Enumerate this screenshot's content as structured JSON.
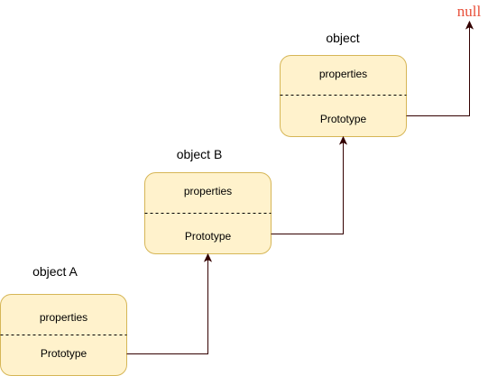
{
  "objects": [
    {
      "title": "object A",
      "top_label": "properties",
      "bottom_label": "Prototype"
    },
    {
      "title": "object B",
      "top_label": "properties",
      "bottom_label": "Prototype"
    },
    {
      "title": "object",
      "top_label": "properties",
      "bottom_label": "Prototype"
    }
  ],
  "terminal": {
    "label": "null"
  },
  "colors": {
    "box_fill": "#fff2cc",
    "box_stroke": "#d6b656",
    "connector": "#330000",
    "null_text": "#e8503a"
  }
}
